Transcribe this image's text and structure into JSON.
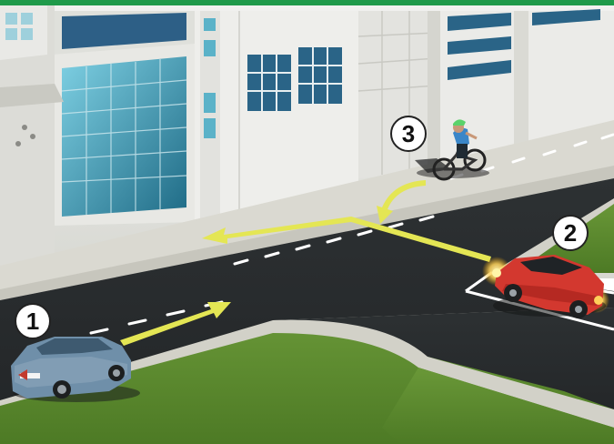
{
  "scene": {
    "markers": [
      {
        "id": "car-1",
        "label": "1"
      },
      {
        "id": "car-2",
        "label": "2"
      },
      {
        "id": "cyclist-3",
        "label": "3"
      }
    ]
  },
  "colors": {
    "frame_green": "#1f9a4a",
    "road": "#2f3335",
    "grass": "#5d8a2f",
    "sidewalk": "#d8d7cf",
    "arrow": "#e4e654",
    "car_blue": "#6e8ea8",
    "car_red": "#d2392f",
    "building_light": "#e7e7e4",
    "window_blue": "#5cb0c7",
    "label_circle": "#ffffff"
  },
  "icons": [
    "car-icon",
    "bicycle-icon",
    "arrow-icon"
  ]
}
